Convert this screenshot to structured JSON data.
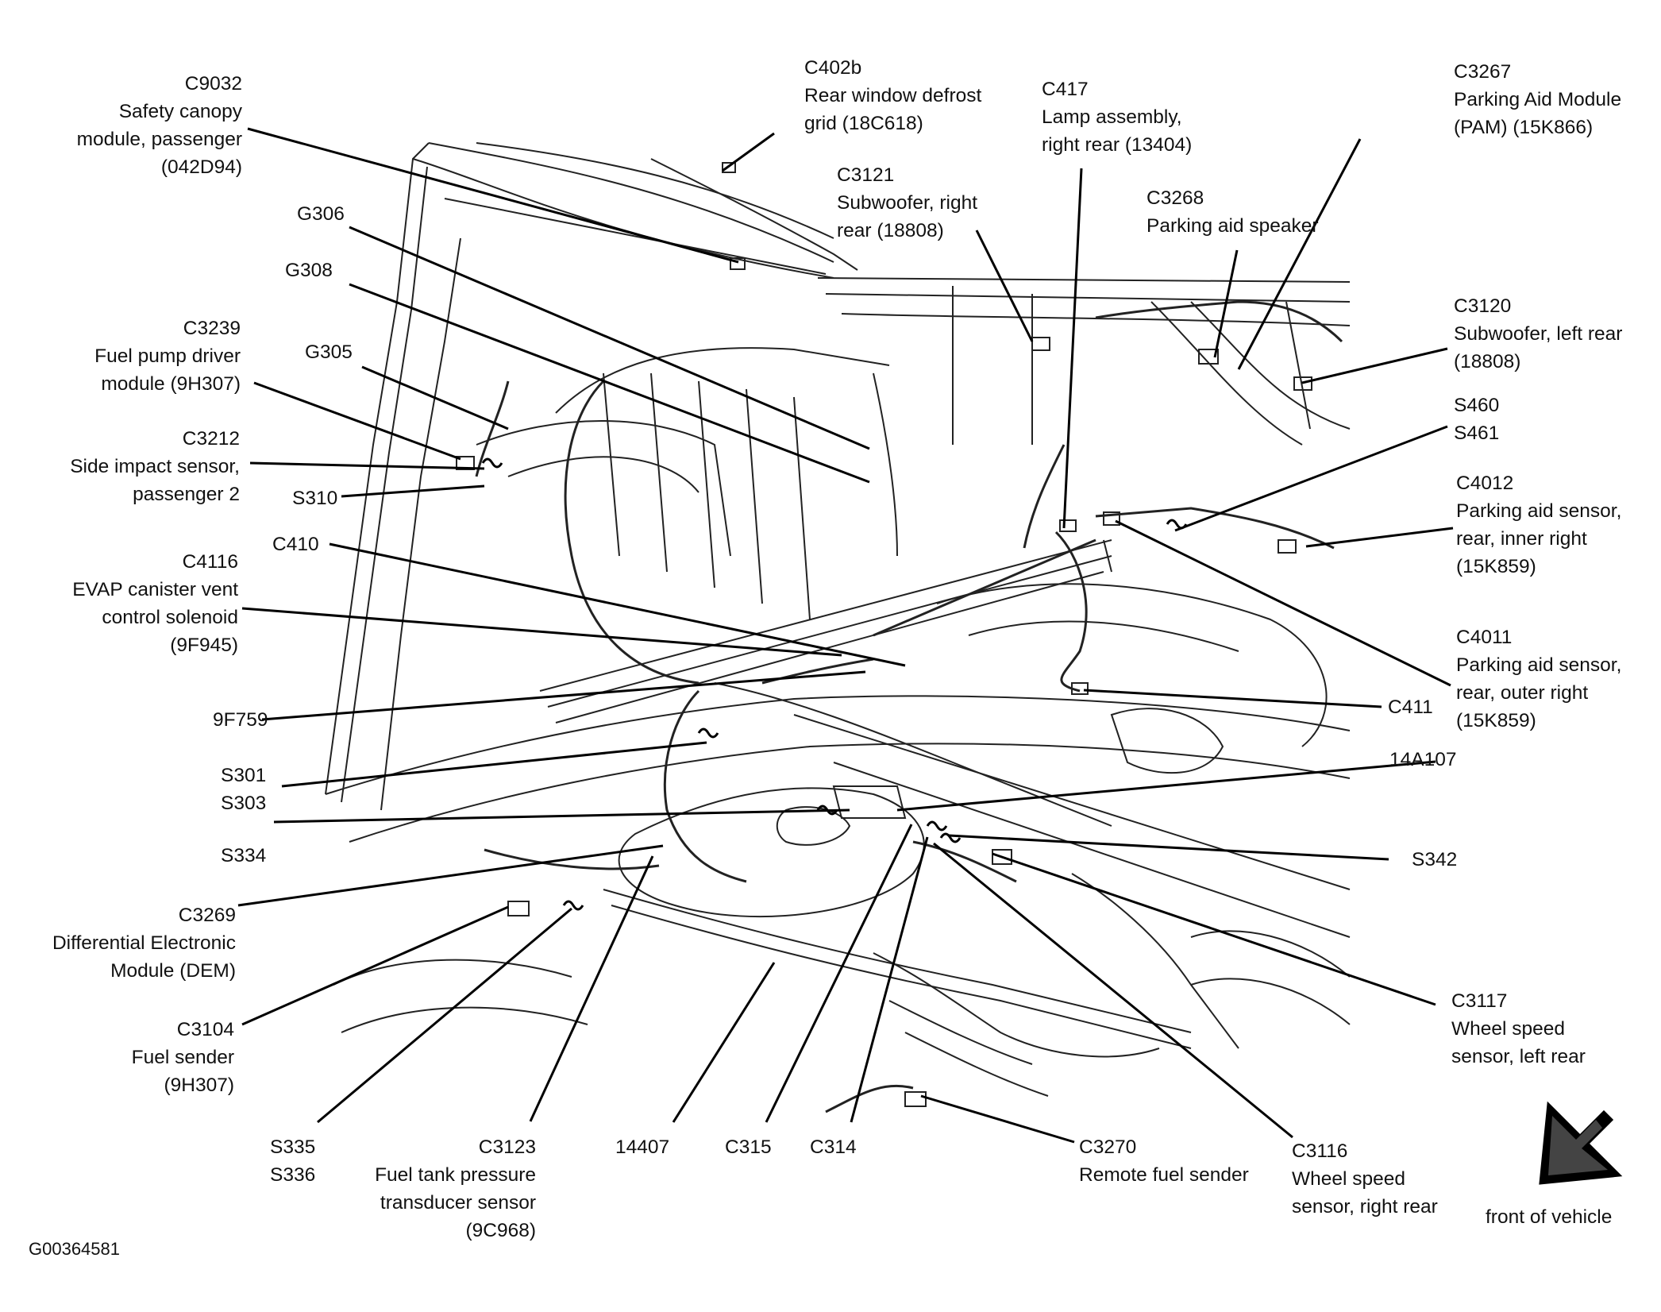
{
  "figure_id": "G00364581",
  "orientation_label": "front of vehicle",
  "callouts": {
    "c9032": [
      "C9032",
      "Safety canopy",
      "module, passenger",
      "(042D94)"
    ],
    "g306": [
      "G306"
    ],
    "g308": [
      "G308"
    ],
    "c3239": [
      "C3239",
      "Fuel pump driver",
      "module (9H307)"
    ],
    "g305": [
      "G305"
    ],
    "c3212": [
      "C3212",
      "Side impact sensor,",
      "passenger 2"
    ],
    "s310": [
      "S310"
    ],
    "c4116": [
      "C4116",
      "EVAP canister vent",
      "control solenoid",
      "(9F945)"
    ],
    "c410": [
      "C410"
    ],
    "p9f759": [
      "9F759"
    ],
    "s301_s303": [
      "S301",
      "S303"
    ],
    "s334": [
      "S334"
    ],
    "c3269": [
      "C3269",
      "Differential Electronic",
      "Module (DEM)"
    ],
    "c3104": [
      "C3104",
      "Fuel sender",
      "(9H307)"
    ],
    "s335_s336": [
      "S335",
      "S336"
    ],
    "c3123": [
      "C3123",
      "Fuel tank pressure",
      "transducer sensor",
      "(9C968)"
    ],
    "p14407": [
      "14407"
    ],
    "c315": [
      "C315"
    ],
    "c314": [
      "C314"
    ],
    "c3270": [
      "C3270",
      "Remote fuel sender"
    ],
    "c3116": [
      "C3116",
      "Wheel speed",
      "sensor, right rear"
    ],
    "c402b": [
      "C402b",
      "Rear window defrost",
      "grid (18C618)"
    ],
    "c3121": [
      "C3121",
      "Subwoofer, right",
      "rear (18808)"
    ],
    "c417": [
      "C417",
      "Lamp assembly,",
      "right rear (13404)"
    ],
    "c3268": [
      "C3268",
      "Parking aid speaker"
    ],
    "c3267": [
      "C3267",
      "Parking Aid Module",
      "(PAM) (15K866)"
    ],
    "c3120": [
      "C3120",
      "Subwoofer, left rear",
      "(18808)"
    ],
    "s460_s461": [
      "S460",
      "S461"
    ],
    "c4012": [
      "C4012",
      "Parking aid sensor,",
      "rear, inner right",
      "(15K859)"
    ],
    "c4011": [
      "C4011",
      "Parking aid sensor,",
      "rear, outer right",
      "(15K859)"
    ],
    "c411": [
      "C411"
    ],
    "p14a107": [
      "14A107"
    ],
    "s342": [
      "S342"
    ],
    "c3117": [
      "C3117",
      "Wheel speed",
      "sensor, left rear"
    ]
  }
}
